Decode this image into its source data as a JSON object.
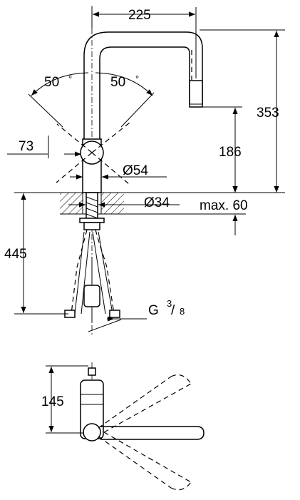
{
  "dimensions": {
    "spout_reach": "225",
    "total_height": "353",
    "swivel_left_angle": "50",
    "swivel_right_angle": "50",
    "degree_symbol": "°",
    "handle_offset": "73",
    "spout_outlet_height": "186",
    "body_diameter": "Ø54",
    "hole_diameter": "Ø34",
    "max_thickness": "max. 60",
    "hose_length": "445",
    "thread_prefix": "G",
    "thread_num": "3",
    "thread_den": "8",
    "plan_depth": "145"
  }
}
